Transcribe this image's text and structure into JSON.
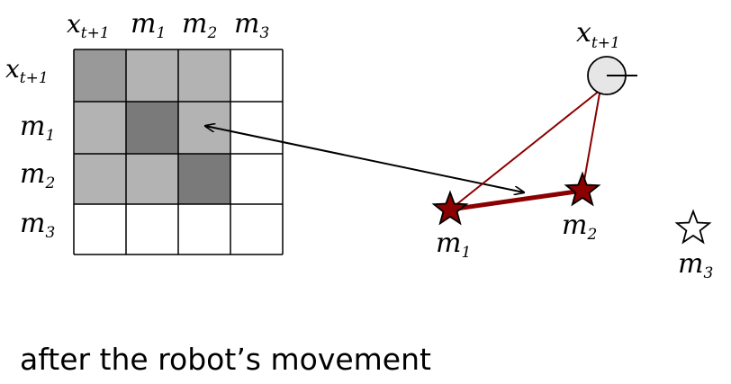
{
  "matrix": {
    "columns": [
      {
        "base": "x",
        "sub": "t+1"
      },
      {
        "base": "m",
        "sub": "1"
      },
      {
        "base": "m",
        "sub": "2"
      },
      {
        "base": "m",
        "sub": "3"
      }
    ],
    "rows": [
      {
        "base": "x",
        "sub": "t+1"
      },
      {
        "base": "m",
        "sub": "1"
      },
      {
        "base": "m",
        "sub": "2"
      },
      {
        "base": "m",
        "sub": "3"
      }
    ],
    "cell_colors": [
      [
        "#999999",
        "#b3b3b3",
        "#b3b3b3",
        "#ffffff"
      ],
      [
        "#b3b3b3",
        "#7a7a7a",
        "#b3b3b3",
        "#ffffff"
      ],
      [
        "#b3b3b3",
        "#b3b3b3",
        "#7a7a7a",
        "#ffffff"
      ],
      [
        "#ffffff",
        "#ffffff",
        "#ffffff",
        "#ffffff"
      ]
    ]
  },
  "graph": {
    "robot": {
      "base": "x",
      "sub": "t+1",
      "fill": "#e6e6e6"
    },
    "landmarks": [
      {
        "id": "m1",
        "base": "m",
        "sub": "1",
        "fill": "#8b0000"
      },
      {
        "id": "m2",
        "base": "m",
        "sub": "2",
        "fill": "#8b0000"
      },
      {
        "id": "m3",
        "base": "m",
        "sub": "3",
        "fill": "#ffffff"
      }
    ],
    "link_color": "#8b0000"
  },
  "caption": "after the robot’s movement"
}
